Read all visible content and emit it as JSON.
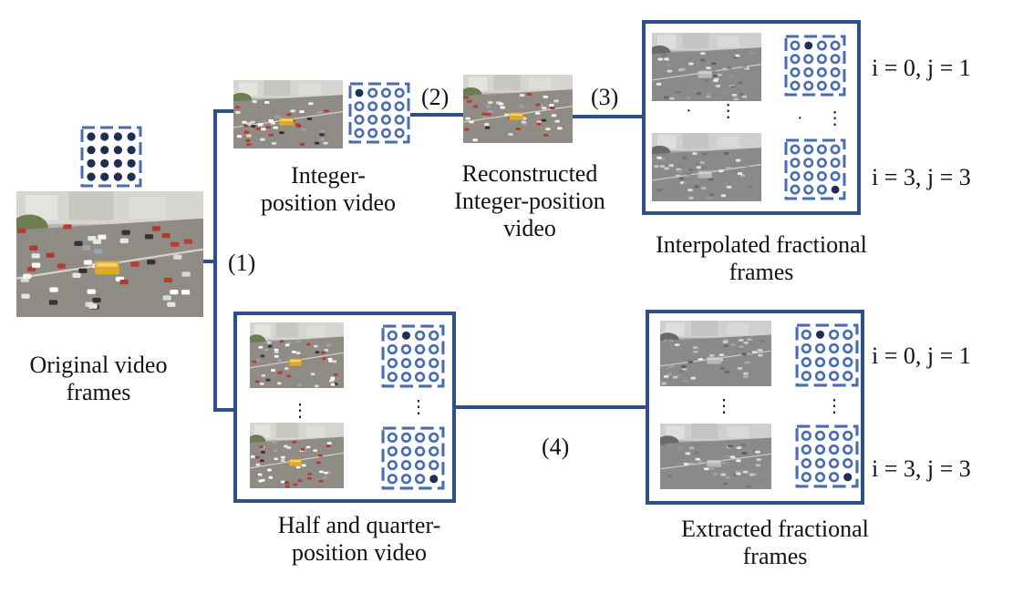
{
  "colors": {
    "accent": "#2f4f88",
    "grid_blue": "#4a6cb5",
    "dot_dark": "#1f2e55"
  },
  "labels": {
    "original_line1": "Original video",
    "original_line2": "frames",
    "integer_line1": "Integer-",
    "integer_line2": "position video",
    "reconstructed_line1": "Reconstructed",
    "reconstructed_line2": "Integer-position",
    "reconstructed_line3": "video",
    "interpolated_line1": "Interpolated fractional",
    "interpolated_line2": "frames",
    "half_line1": "Half and quarter-",
    "half_line2": "position video",
    "extracted_line1": "Extracted fractional",
    "extracted_line2": "frames"
  },
  "steps": {
    "s1": "(1)",
    "s2": "(2)",
    "s3": "(3)",
    "s4": "(4)"
  },
  "indices": {
    "interp_top": "i = 0, j = 1",
    "interp_bottom": "i = 3, j = 3",
    "extract_top": "i = 0, j = 1",
    "extract_bottom": "i = 3, j = 3"
  }
}
